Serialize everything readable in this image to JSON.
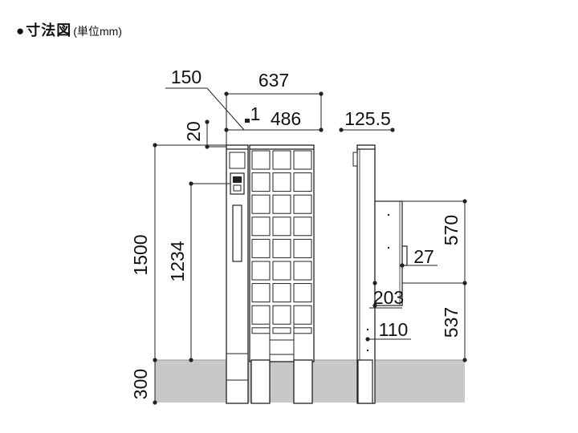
{
  "title": {
    "marker": "●",
    "main": "寸法図",
    "unit": "(単位mm)"
  },
  "dimensions": {
    "total_width": "637",
    "post_width": "150",
    "gap": "1",
    "gate_width": "486",
    "top_offset": "20",
    "side_depth": "125.5",
    "height_total": "1500",
    "height_intercom": "1234",
    "foundation": "300",
    "upper_span": "570",
    "latch": "27",
    "handle": "203",
    "lower_span": "537",
    "hinge_offset": "110"
  },
  "colors": {
    "ground": "#c8c8c8",
    "line": "#222222",
    "fill": "#ffffff"
  }
}
